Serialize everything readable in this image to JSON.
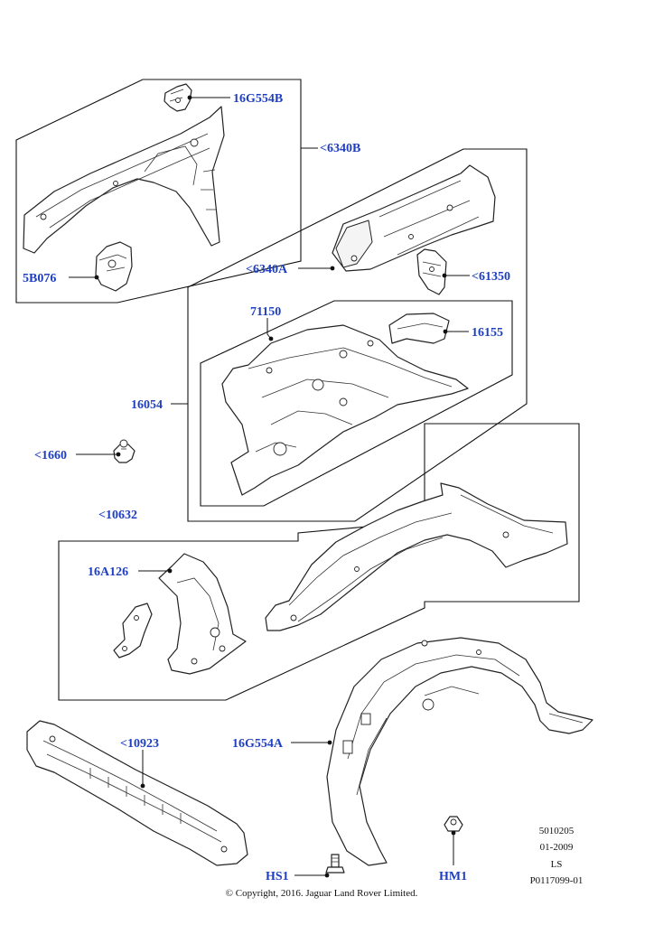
{
  "callouts": {
    "c1": "16G554B",
    "c2": "<6340B",
    "c3": "5B076",
    "c4": "<6340A",
    "c5": "<61350",
    "c6": "71150",
    "c7": "16155",
    "c8": "16054",
    "c9": "<1660",
    "c10": "<10632",
    "c11": "16A126",
    "c12": "<10923",
    "c13": "16G554A",
    "c14": "HS1",
    "c15": "HM1"
  },
  "meta": {
    "code": "5010205",
    "date": "01-2009",
    "initials": "LS",
    "ref": "P0117099-01"
  },
  "copyright": "© Copyright, 2016. Jaguar Land Rover Limited."
}
